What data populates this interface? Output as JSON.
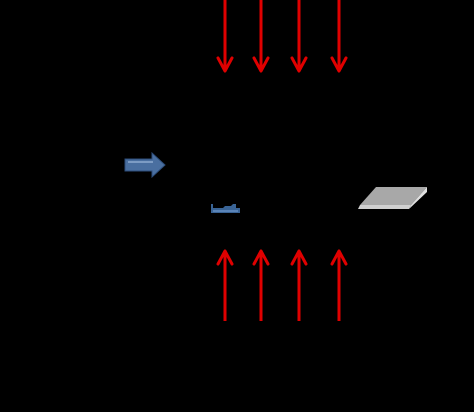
{
  "colors": {
    "background": "#000000",
    "beam_arrow": "#e00000",
    "inflow_arrow": "#4a6fa0",
    "sample": "#3a6496",
    "plate_top": "#a8a8a8",
    "plate_side": "#d0d0d0"
  },
  "beams_from_top": {
    "count": 4,
    "direction": "down",
    "icon": "arrow-down-icon"
  },
  "beams_from_bottom": {
    "count": 4,
    "direction": "up",
    "icon": "arrow-up-icon"
  },
  "inflow": {
    "direction": "right",
    "icon": "block-arrow-right-icon"
  },
  "sample": {
    "icon": "sample-object-icon"
  },
  "plate": {
    "icon": "plate-icon"
  }
}
